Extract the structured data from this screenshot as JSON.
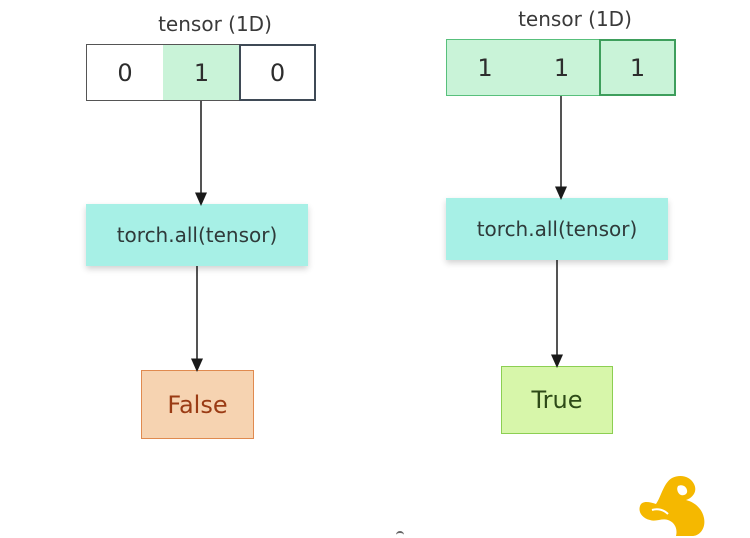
{
  "left": {
    "title": "tensor (1D)",
    "cells": [
      "0",
      "1",
      "0"
    ],
    "operation": "torch.all(tensor)",
    "result": "False"
  },
  "right": {
    "title": "tensor (1D)",
    "cells": [
      "1",
      "1",
      "1"
    ],
    "operation": "torch.all(tensor)",
    "result": "True"
  },
  "colors": {
    "true_cell": "#c9f3d8",
    "operation_box": "#a7f0e6",
    "false_result": "#f6d3b1",
    "true_result": "#d7f6aa"
  },
  "logo": {
    "icon": "yellow-figure-logo-icon"
  }
}
